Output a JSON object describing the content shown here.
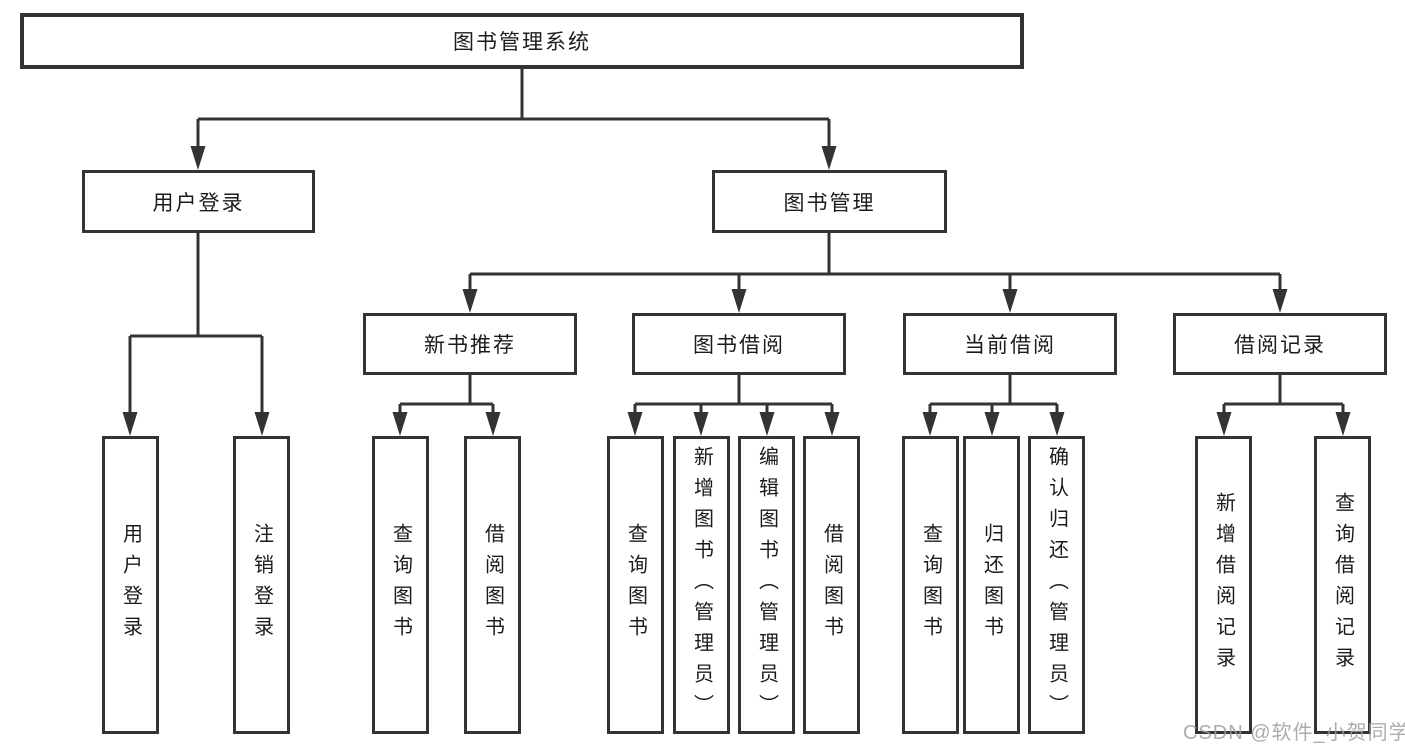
{
  "diagram_title": "图书管理系统",
  "tree": {
    "label": "图书管理系统",
    "children": [
      {
        "label": "用户登录",
        "children": [
          {
            "label": "用户登录"
          },
          {
            "label": "注销登录"
          }
        ]
      },
      {
        "label": "图书管理",
        "children": [
          {
            "label": "新书推荐",
            "children": [
              {
                "label": "查询图书"
              },
              {
                "label": "借阅图书"
              }
            ]
          },
          {
            "label": "图书借阅",
            "children": [
              {
                "label": "查询图书"
              },
              {
                "label": "新增图书（管理员）"
              },
              {
                "label": "编辑图书（管理员）"
              },
              {
                "label": "借阅图书"
              }
            ]
          },
          {
            "label": "当前借阅",
            "children": [
              {
                "label": "查询图书"
              },
              {
                "label": "归还图书"
              },
              {
                "label": "确认归还（管理员）"
              }
            ]
          },
          {
            "label": "借阅记录",
            "children": [
              {
                "label": "新增借阅记录"
              },
              {
                "label": "查询借阅记录"
              }
            ]
          }
        ]
      }
    ]
  },
  "watermark": {
    "text": "CSDN @软件_小贺同学"
  },
  "colors": {
    "line": "#333333",
    "box_border": "#333333",
    "box_fill": "#ffffff",
    "text": "#1c1c1c",
    "watermark": "#9e9e9e",
    "background": "#ffffff"
  }
}
